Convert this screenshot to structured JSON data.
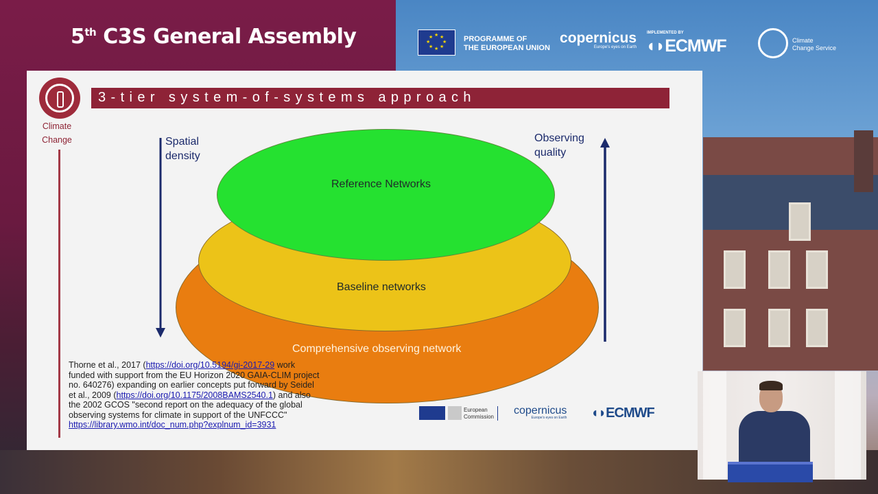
{
  "header": {
    "assembly_title_main": "C3S General Assembly",
    "assembly_number": "5",
    "assembly_ordinal": "th",
    "eu_programme_line1": "PROGRAMME OF",
    "eu_programme_line2": "THE EUROPEAN UNION",
    "copernicus_name": "opernicus",
    "copernicus_tagline": "Europe's eyes on Earth",
    "ecmwf_implemented_by": "IMPLEMENTED BY",
    "ecmwf_name": "ECMWF",
    "ccs_line1": "Climate",
    "ccs_line2": "Change Service"
  },
  "slide": {
    "sidebar_label_line1": "Climate",
    "sidebar_label_line2": "Change",
    "title": "3-tier system-of-systems approach",
    "left_axis_line1": "Spatial",
    "left_axis_line2": "density",
    "right_axis_line1": "Observing",
    "right_axis_line2": "quality",
    "tiers": {
      "top": "Reference Networks",
      "middle": "Baseline networks",
      "bottom": "Comprehensive observing network"
    },
    "reference": {
      "line1_prefix": "Thorne et al., 2017 (",
      "link1": "https://doi.org/10.5194/gi-2017-29",
      "line2": "work funded with support from the EU Horizon 2020 GAIA-CLIM project no. 640276) expanding on earlier concepts put forward by Seidel et al., 2009",
      "link2_prefix": "(",
      "link2": "https://doi.org/10.1175/2008BAMS2540.1",
      "line3": ") and also the 2002 GCOS \"second report on the adequacy of the global observing systems for climate in support of the UNFCCC\"",
      "link3": "https://library.wmo.int/doc_num.php?explnum_id=3931"
    },
    "footer_logos": {
      "ec_line1": "European",
      "ec_line2": "Commission",
      "copernicus": "opernicus",
      "copernicus_tagline": "Europe's eyes on Earth",
      "ecmwf": "ECMWF"
    }
  },
  "colors": {
    "header_maroon": "#7a1c48",
    "title_bar": "#8e2337",
    "tier_top": "#25e130",
    "tier_middle": "#ecc318",
    "tier_bottom": "#e97d10",
    "arrow_navy": "#1b2a6b"
  }
}
